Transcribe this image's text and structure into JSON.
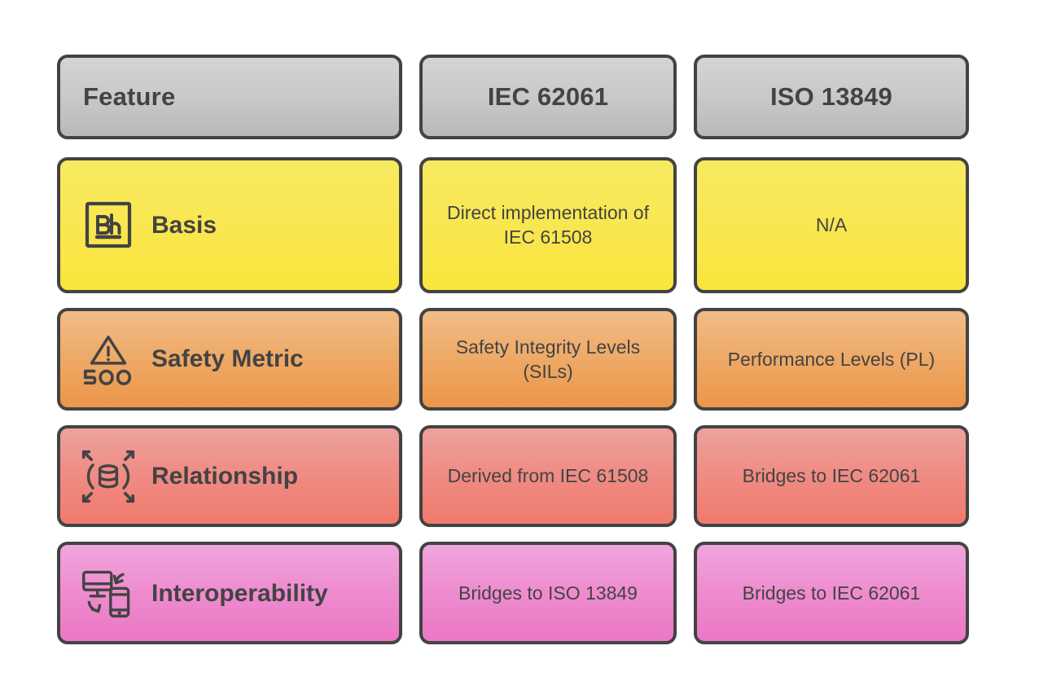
{
  "table": {
    "columns": [
      {
        "id": "feature",
        "label": "Feature"
      },
      {
        "id": "iec62061",
        "label": "IEC 62061"
      },
      {
        "id": "iso13849",
        "label": "ISO 13849"
      }
    ],
    "rows": [
      {
        "id": "basis",
        "feature": "Basis",
        "icon": "element-symbol-bh-icon",
        "color": "#fae53c",
        "iec62061": "Direct implementation of IEC 61508",
        "iso13849": "N/A"
      },
      {
        "id": "safety-metric",
        "feature": "Safety Metric",
        "icon": "warning-triangle-500-icon",
        "color": "#ec9648",
        "iec62061": "Safety Integrity Levels (SILs)",
        "iso13849": "Performance Levels (PL)"
      },
      {
        "id": "relationship",
        "feature": "Relationship",
        "icon": "database-expand-icon",
        "color": "#f07a6d",
        "iec62061": "Derived from IEC 61508",
        "iso13849": "Bridges to IEC 62061"
      },
      {
        "id": "interoperability",
        "feature": "Interoperability",
        "icon": "monitor-phone-sync-icon",
        "color": "#eb77c4",
        "iec62061": "Bridges to ISO 13849",
        "iso13849": "Bridges to IEC 62061"
      }
    ]
  },
  "icon_labels": {
    "bh_symbol": "Bh",
    "warning_number": "500"
  },
  "style": {
    "header_background": "#cacaca",
    "border_color": "#434343",
    "text_color": "#434343",
    "page_background": "#ffffff"
  }
}
